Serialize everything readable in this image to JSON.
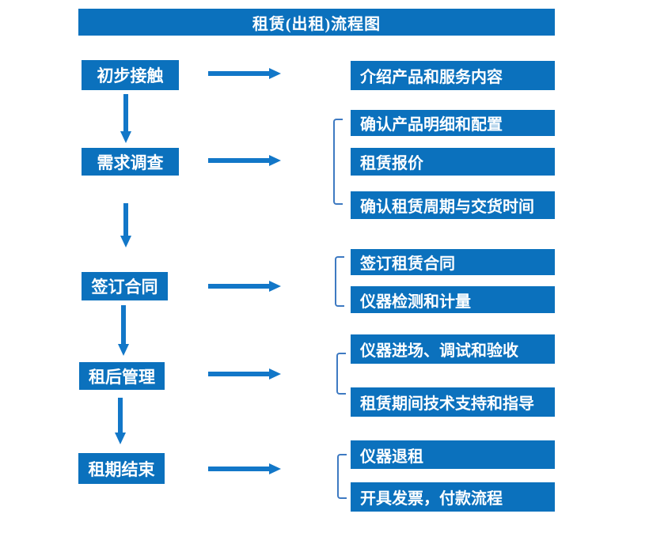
{
  "title": "租赁(出租)流程图",
  "colors": {
    "box_fill": "#0b71bd",
    "arrow": "#1277c8",
    "bracket": "#3e7ac2",
    "box_text": "#ffffff",
    "background": "#ffffff"
  },
  "steps": [
    {
      "label": "初步接触",
      "outputs": [
        "介绍产品和服务内容"
      ]
    },
    {
      "label": "需求调查",
      "outputs": [
        "确认产品明细和配置",
        "租赁报价",
        "确认租赁周期与交货时间"
      ]
    },
    {
      "label": "签订合同",
      "outputs": [
        "签订租赁合同",
        "仪器检测和计量"
      ]
    },
    {
      "label": "租后管理",
      "outputs": [
        "仪器进场、调试和验收",
        "租赁期间技术支持和指导"
      ]
    },
    {
      "label": "租期结束",
      "outputs": [
        "仪器退租",
        "开具发票，付款流程"
      ]
    }
  ],
  "icons": {
    "arrow_right": "arrow-right-icon",
    "arrow_down": "arrow-down-icon",
    "bracket": "group-bracket-icon"
  }
}
